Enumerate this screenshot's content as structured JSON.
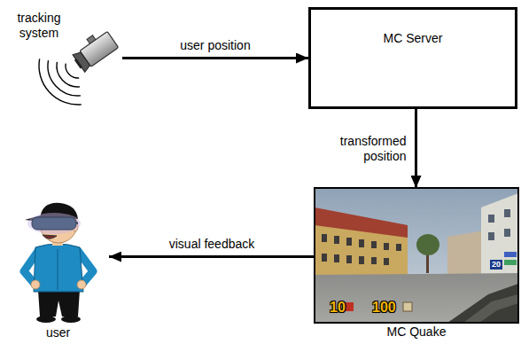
{
  "diagram": {
    "nodes": [
      {
        "text": [
          "tracking system"
        ]
      },
      {
        "text": [
          "MC Server"
        ]
      },
      {
        "text": [
          "user"
        ]
      },
      {
        "text": [
          "MC Quake"
        ]
      }
    ],
    "edges": [
      {
        "from": 0,
        "to": 1,
        "label": "user position",
        "arrow": "to"
      },
      {
        "from": 1,
        "to": 3,
        "label": "transformed position",
        "arrow": "to"
      },
      {
        "from": 3,
        "to": 2,
        "label": "visual feedback",
        "arrow": "to"
      }
    ],
    "labels": [
      "10",
      "100",
      "20"
    ]
  }
}
